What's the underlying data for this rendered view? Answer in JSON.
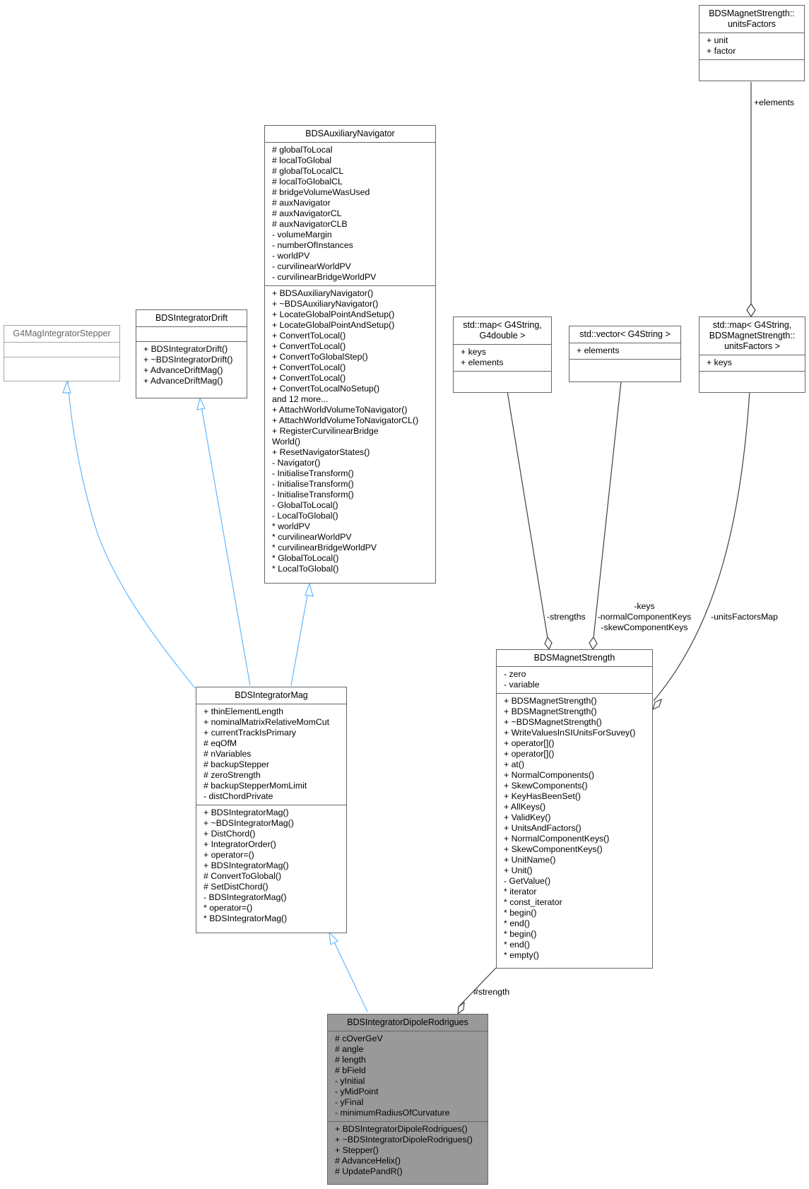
{
  "classes": {
    "stepper": {
      "name": "G4MagIntegratorStepper",
      "attributes": [],
      "methods": []
    },
    "drift": {
      "name": "BDSIntegratorDrift",
      "attributes": [],
      "methods": [
        "+ BDSIntegratorDrift()",
        "+ ~BDSIntegratorDrift()",
        "+ AdvanceDriftMag()",
        "+ AdvanceDriftMag()"
      ]
    },
    "aux": {
      "name": "BDSAuxiliaryNavigator",
      "attributes": [
        "# globalToLocal",
        "# localToGlobal",
        "# globalToLocalCL",
        "# localToGlobalCL",
        "# bridgeVolumeWasUsed",
        "# auxNavigator",
        "# auxNavigatorCL",
        "# auxNavigatorCLB",
        "- volumeMargin",
        "- numberOfInstances",
        "- worldPV",
        "- curvilinearWorldPV",
        "- curvilinearBridgeWorldPV"
      ],
      "methods": [
        "+ BDSAuxiliaryNavigator()",
        "+ ~BDSAuxiliaryNavigator()",
        "+ LocateGlobalPointAndSetup()",
        "+ LocateGlobalPointAndSetup()",
        "+ ConvertToLocal()",
        "+ ConvertToLocal()",
        "+ ConvertToGlobalStep()",
        "+ ConvertToLocal()",
        "+ ConvertToLocal()",
        "+ ConvertToLocalNoSetup()",
        "and 12 more...",
        "+ AttachWorldVolumeToNavigator()",
        "+ AttachWorldVolumeToNavigatorCL()",
        "+ RegisterCurvilinearBridge",
        "World()",
        "+ ResetNavigatorStates()",
        "- Navigator()",
        "- InitialiseTransform()",
        "- InitialiseTransform()",
        "- InitialiseTransform()",
        "- GlobalToLocal()",
        "- LocalToGlobal()",
        "* worldPV",
        "* curvilinearWorldPV",
        "* curvilinearBridgeWorldPV",
        "* GlobalToLocal()",
        "* LocalToGlobal()"
      ]
    },
    "mapDouble": {
      "name": "std::map< G4String,\nG4double >",
      "attributes": [
        "+ keys",
        "+ elements"
      ],
      "methods": []
    },
    "vector": {
      "name": "std::vector< G4String >",
      "attributes": [
        "+ elements"
      ],
      "methods": []
    },
    "unitsFactors": {
      "name": "BDSMagnetStrength::\nunitsFactors",
      "attributes": [
        "+ unit",
        "+ factor"
      ],
      "methods": []
    },
    "mapUnits": {
      "name": "std::map< G4String,\nBDSMagnetStrength::\nunitsFactors >",
      "attributes": [
        "+ keys"
      ],
      "methods": []
    },
    "mag": {
      "name": "BDSIntegratorMag",
      "attributes": [
        "+ thinElementLength",
        "+ nominalMatrixRelativeMomCut",
        "+ currentTrackIsPrimary",
        "# eqOfM",
        "# nVariables",
        "# backupStepper",
        "# zeroStrength",
        "# backupStepperMomLimit",
        "- distChordPrivate"
      ],
      "methods": [
        "+ BDSIntegratorMag()",
        "+ ~BDSIntegratorMag()",
        "+ DistChord()",
        "+ IntegratorOrder()",
        "+ operator=()",
        "+ BDSIntegratorMag()",
        "# ConvertToGlobal()",
        "# SetDistChord()",
        "- BDSIntegratorMag()",
        "* operator=()",
        "* BDSIntegratorMag()"
      ]
    },
    "strength": {
      "name": "BDSMagnetStrength",
      "attributes": [
        "- zero",
        "- variable"
      ],
      "methods": [
        "+ BDSMagnetStrength()",
        "+ BDSMagnetStrength()",
        "+ ~BDSMagnetStrength()",
        "+ WriteValuesInSIUnitsForSuvey()",
        "+ operator[]()",
        "+ operator[]()",
        "+ at()",
        "+ NormalComponents()",
        "+ SkewComponents()",
        "+ KeyHasBeenSet()",
        "+ AllKeys()",
        "+ ValidKey()",
        "+ UnitsAndFactors()",
        "+ NormalComponentKeys()",
        "+ SkewComponentKeys()",
        "+ UnitName()",
        "+ Unit()",
        "- GetValue()",
        "* iterator",
        "* const_iterator",
        "* begin()",
        "* end()",
        "* begin()",
        "* end()",
        "* empty()"
      ]
    },
    "dipole": {
      "name": "BDSIntegratorDipoleRodrigues",
      "attributes": [
        "# cOverGeV",
        "# angle",
        "# length",
        "# bField",
        "- yInitial",
        "- yMidPoint",
        "- yFinal",
        "- minimumRadiusOfCurvature"
      ],
      "methods": [
        "+ BDSIntegratorDipoleRodrigues()",
        "+ ~BDSIntegratorDipoleRodrigues()",
        "+ Stepper()",
        "# AdvanceHelix()",
        "# UpdatePandR()"
      ]
    }
  },
  "edges": {
    "elements": "+elements",
    "strengths": "-strengths",
    "keys": "-keys\n-normalComponentKeys\n-skewComponentKeys",
    "unitsFactorsMap": "-unitsFactorsMap",
    "strength": "#strength"
  },
  "colors": {
    "inheritance": "#63b8ff",
    "aggregation": "#404040",
    "focus_fill": "#999999",
    "border": "#666666"
  }
}
